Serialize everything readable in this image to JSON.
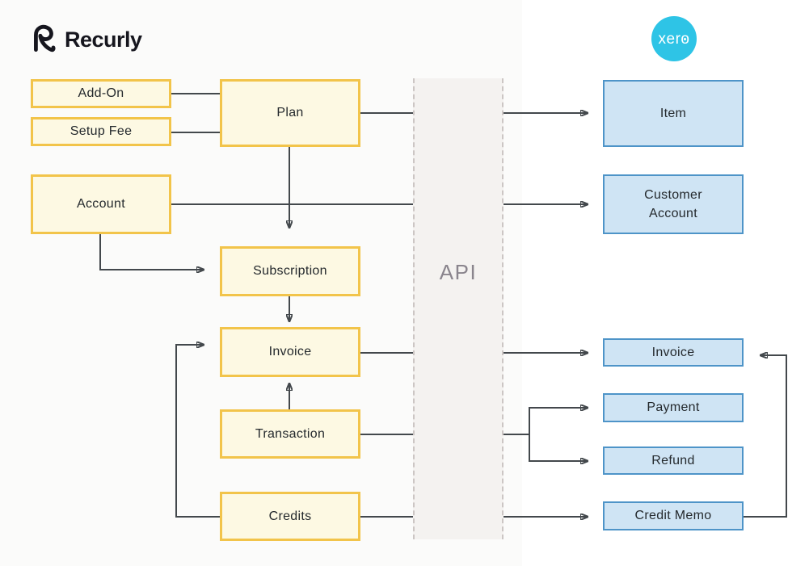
{
  "header": {
    "recurly_logo_text": "Recurly",
    "xero_logo_text": "xero"
  },
  "diagram": {
    "api_label": "API",
    "recurly_nodes": [
      {
        "id": "add_on",
        "label": "Add-On"
      },
      {
        "id": "setup_fee",
        "label": "Setup Fee"
      },
      {
        "id": "plan",
        "label": "Plan"
      },
      {
        "id": "account",
        "label": "Account"
      },
      {
        "id": "subscription",
        "label": "Subscription"
      },
      {
        "id": "invoice",
        "label": "Invoice"
      },
      {
        "id": "transaction",
        "label": "Transaction"
      },
      {
        "id": "credits",
        "label": "Credits"
      }
    ],
    "xero_nodes": [
      {
        "id": "item",
        "label": "Item"
      },
      {
        "id": "customer_account",
        "label": "Customer Account"
      },
      {
        "id": "invoice",
        "label": "Invoice"
      },
      {
        "id": "payment",
        "label": "Payment"
      },
      {
        "id": "refund",
        "label": "Refund"
      },
      {
        "id": "credit_memo",
        "label": "Credit Memo"
      }
    ],
    "connections": [
      "Add-On — Plan",
      "Setup Fee — Plan",
      "Plan → Item",
      "Plan → Subscription",
      "Account → Customer Account",
      "Account → Subscription",
      "Subscription → Invoice",
      "Invoice (Recurly) → Invoice (Xero)",
      "Transaction → Invoice (Recurly)",
      "Transaction → Payment",
      "Transaction → Refund",
      "Credits → Invoice (Recurly)",
      "Credits → Credit Memo",
      "Credit Memo → Invoice (Xero)"
    ],
    "colors": {
      "recurly_node_fill": "#fdf9e3",
      "recurly_node_border": "#f2c44a",
      "xero_node_fill": "#cfe4f4",
      "xero_node_border": "#4e94c8",
      "connector": "#43484c",
      "api_band_fill": "#f4f2f0",
      "api_band_border": "#ccc6c4",
      "api_text": "#8a858d",
      "xero_brand": "#2ec4e6",
      "recurly_brand": "#16161e"
    }
  }
}
